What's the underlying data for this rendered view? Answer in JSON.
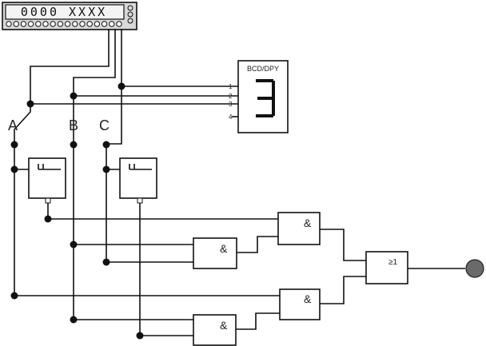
{
  "word_generator": {
    "display": "0000 XXXX"
  },
  "inputs": [
    {
      "label": "A"
    },
    {
      "label": "B"
    },
    {
      "label": "C"
    }
  ],
  "seven_segment": {
    "title": "BCD/DPY",
    "pins": [
      "1",
      "2",
      "3",
      "4"
    ],
    "digit": "3"
  },
  "and_gate_symbol": "&",
  "or_gate_symbol": "≥1",
  "colors": {
    "wire": "#111111",
    "probe": "#6a6a6a",
    "segment": "#111111"
  }
}
